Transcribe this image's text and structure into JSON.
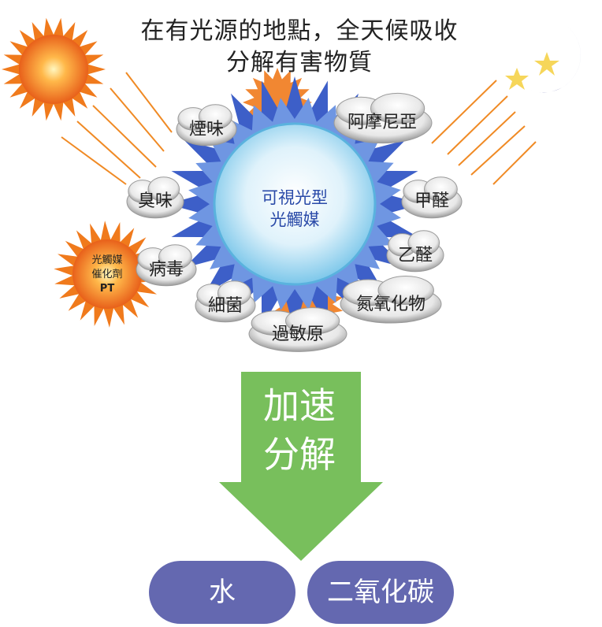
{
  "headline": {
    "line1": "在有光源的地點，全天候吸收",
    "line2": "分解有害物質"
  },
  "center_label": {
    "line1": "可視光型",
    "line2": "光觸媒"
  },
  "catalyst_label": {
    "line1": "光觸媒",
    "line2": "催化劑",
    "line3": "PT"
  },
  "pollutants": {
    "smoke": "煙味",
    "ammonia": "阿摩尼亞",
    "odor": "臭味",
    "formaldehyde": "甲醛",
    "virus": "病毒",
    "acetaldehyde": "乙醛",
    "bacteria": "細菌",
    "nitrogen_oxides": "氮氧化物",
    "allergens": "過敏原"
  },
  "arrow_label": {
    "line1": "加速",
    "line2": "分解"
  },
  "products": {
    "water": "水",
    "co2": "二氧化碳"
  },
  "colors": {
    "sun": "#f07a1c",
    "ray": "#f08a24",
    "moon": "#2b2f8a",
    "star": "#f6d65a",
    "star_burst": "#3d5fc8",
    "arrow": "#78bf5c",
    "pill": "#6468b0"
  }
}
